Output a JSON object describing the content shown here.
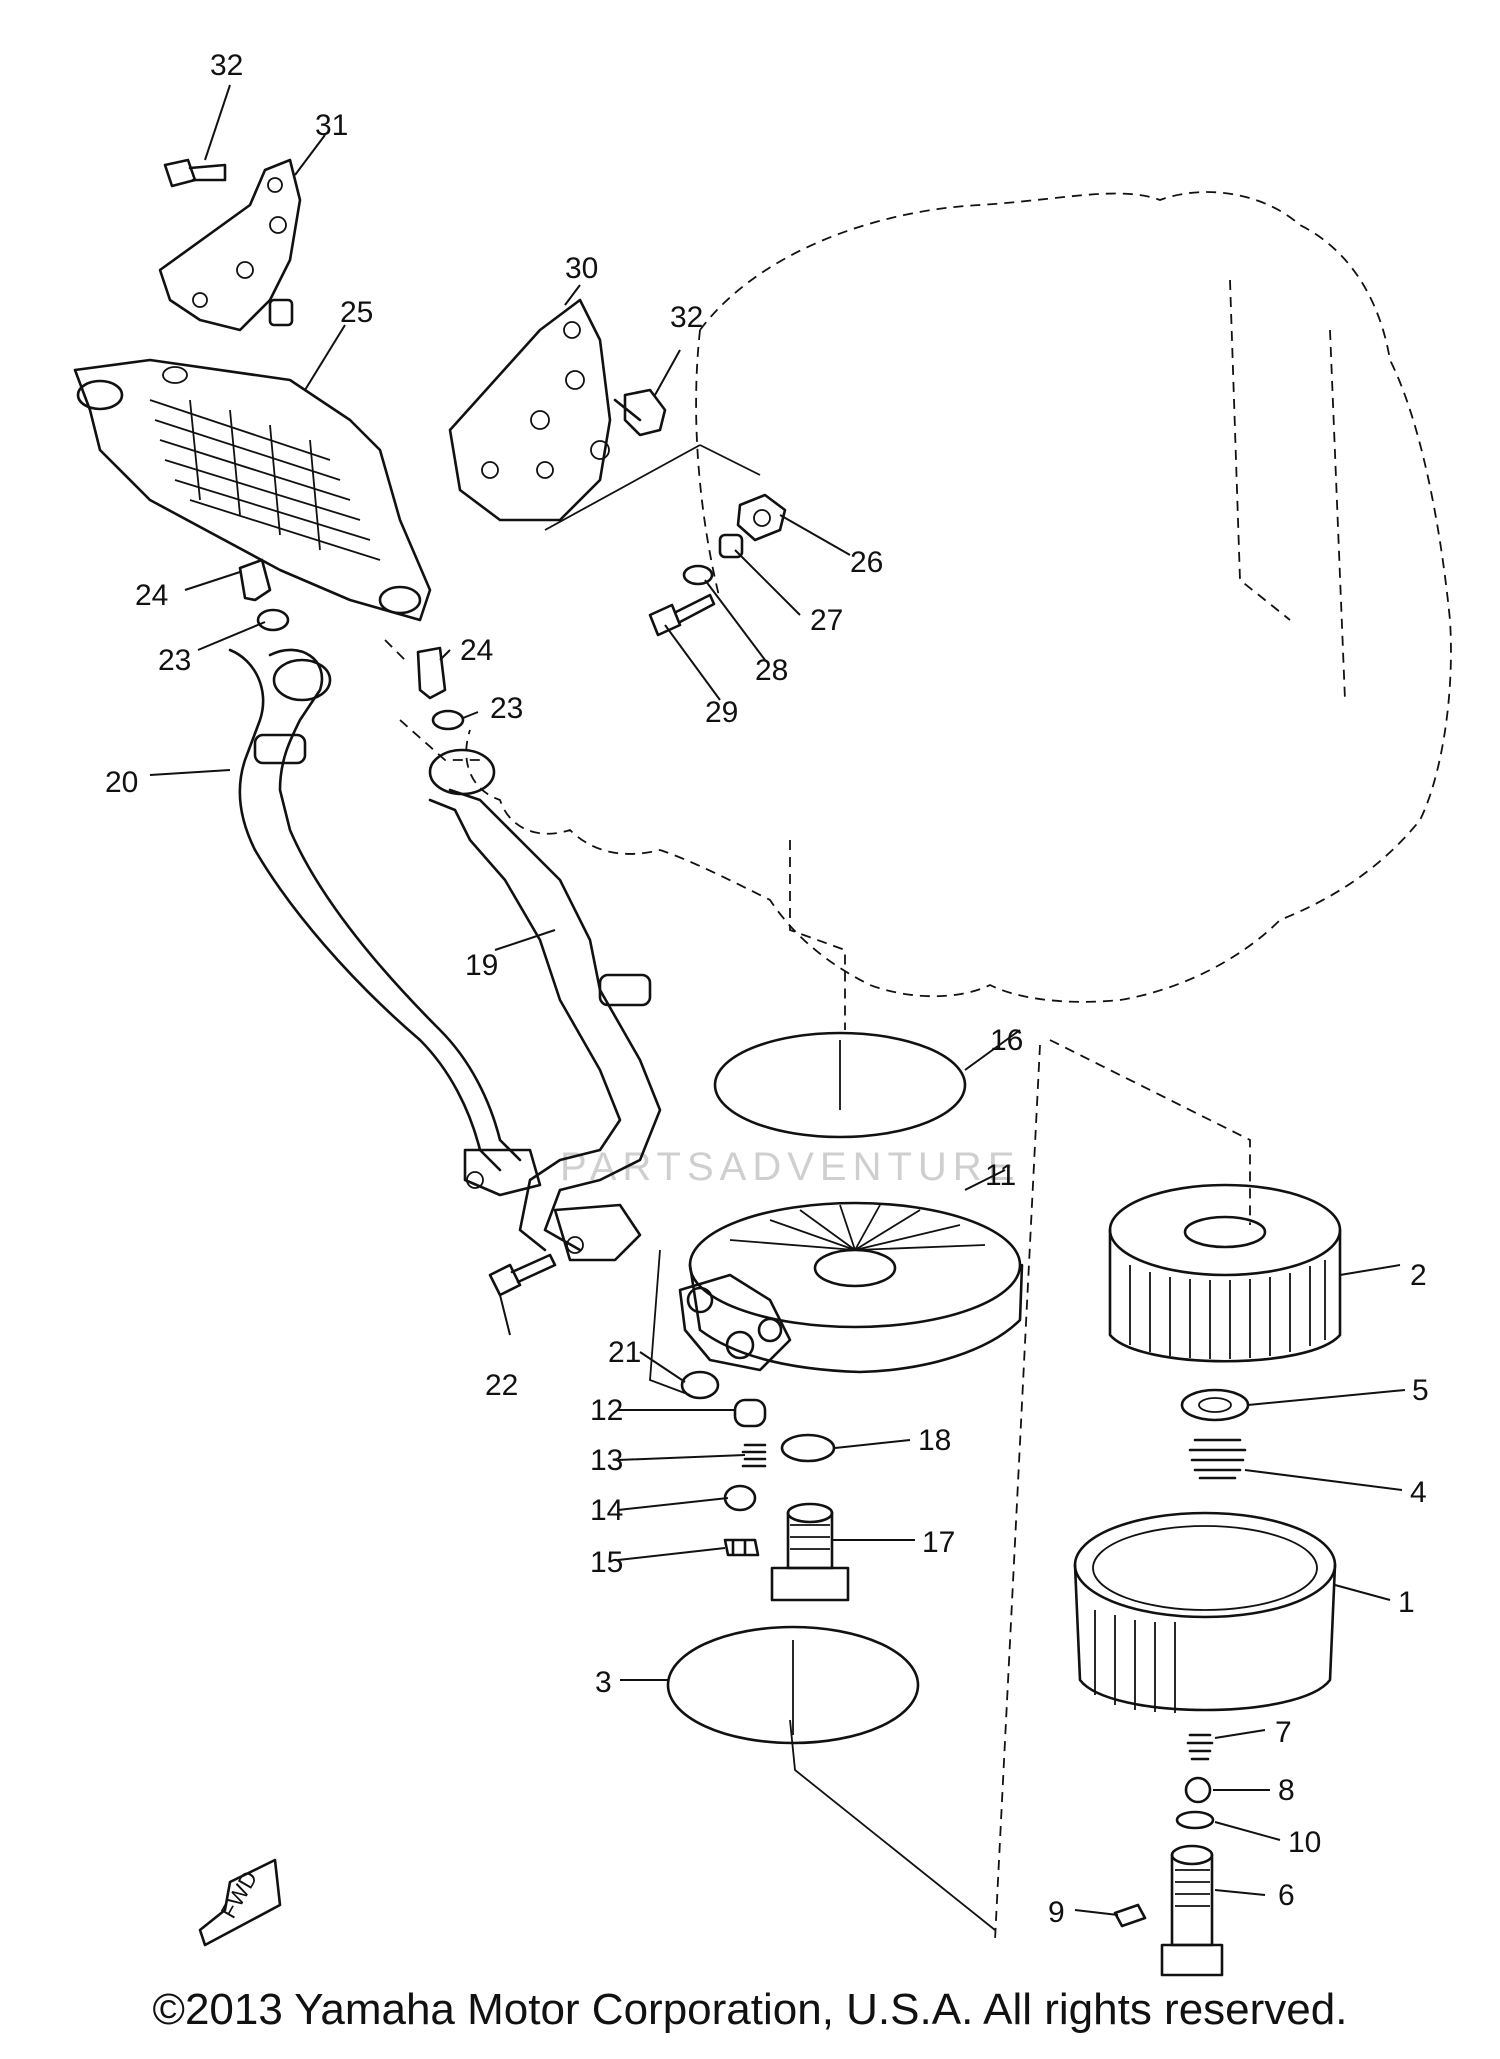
{
  "diagram": {
    "callouts": [
      {
        "id": "c32a",
        "text": "32"
      },
      {
        "id": "c31",
        "text": "31"
      },
      {
        "id": "c30",
        "text": "30"
      },
      {
        "id": "c32b",
        "text": "32"
      },
      {
        "id": "c25",
        "text": "25"
      },
      {
        "id": "c26",
        "text": "26"
      },
      {
        "id": "c27",
        "text": "27"
      },
      {
        "id": "c28",
        "text": "28"
      },
      {
        "id": "c29",
        "text": "29"
      },
      {
        "id": "c24a",
        "text": "24"
      },
      {
        "id": "c23a",
        "text": "23"
      },
      {
        "id": "c24b",
        "text": "24"
      },
      {
        "id": "c23b",
        "text": "23"
      },
      {
        "id": "c20",
        "text": "20"
      },
      {
        "id": "c19",
        "text": "19"
      },
      {
        "id": "c16",
        "text": "16"
      },
      {
        "id": "c11",
        "text": "11"
      },
      {
        "id": "c2",
        "text": "2"
      },
      {
        "id": "c22",
        "text": "22"
      },
      {
        "id": "c21",
        "text": "21"
      },
      {
        "id": "c12",
        "text": "12"
      },
      {
        "id": "c13",
        "text": "13"
      },
      {
        "id": "c14",
        "text": "14"
      },
      {
        "id": "c15",
        "text": "15"
      },
      {
        "id": "c18",
        "text": "18"
      },
      {
        "id": "c17",
        "text": "17"
      },
      {
        "id": "c5",
        "text": "5"
      },
      {
        "id": "c4",
        "text": "4"
      },
      {
        "id": "c1",
        "text": "1"
      },
      {
        "id": "c3",
        "text": "3"
      },
      {
        "id": "c7",
        "text": "7"
      },
      {
        "id": "c8",
        "text": "8"
      },
      {
        "id": "c10",
        "text": "10"
      },
      {
        "id": "c6",
        "text": "6"
      },
      {
        "id": "c9",
        "text": "9"
      }
    ],
    "fwd_label": "FWD",
    "watermark": "PARTSADVENTURE"
  },
  "footer": {
    "copyright": "©2013 Yamaha Motor Corporation, U.S.A. All rights reserved."
  }
}
